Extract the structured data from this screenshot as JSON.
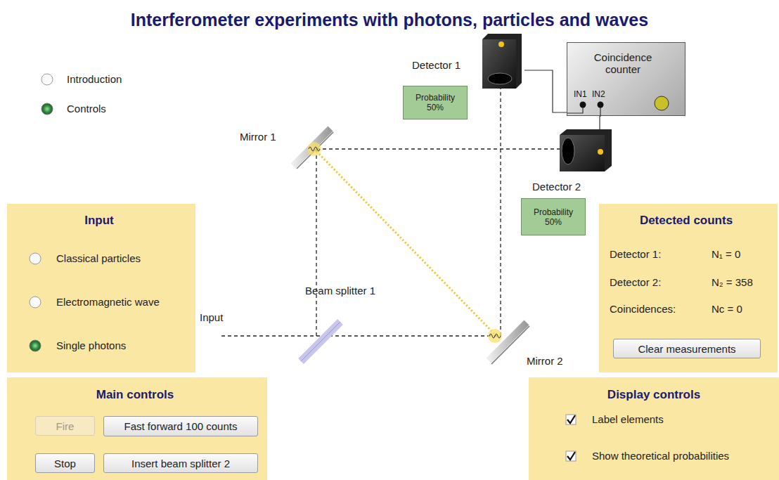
{
  "diagram": {
    "title": "Interferometer experiments with photons, particles and waves",
    "nodes": [
      {
        "text": [
          "Detector 1"
        ]
      },
      {
        "text": [
          "Coincidence counter",
          "IN1",
          "IN2"
        ]
      },
      {
        "text": [
          "Probability 50%"
        ]
      },
      {
        "text": [
          "Detector 2"
        ]
      },
      {
        "text": [
          "Probability 50%"
        ]
      },
      {
        "text": [
          "Input",
          "Classical particles",
          "Electromagnetic wave",
          "Single photons"
        ]
      },
      {
        "text": [
          "Detected counts",
          "Detector 1:",
          "N₁ = 0",
          "Detector 2:",
          "N₂ = 358",
          "Coincidences:",
          "Nc = 0"
        ]
      },
      {
        "text": [
          "Clear measurements"
        ],
        "in": 6
      },
      {
        "text": [
          "Main controls"
        ]
      },
      {
        "text": [
          "Fire"
        ],
        "in": 8
      },
      {
        "text": [
          "Fast forward 100 counts"
        ],
        "in": 8
      },
      {
        "text": [
          "Stop"
        ],
        "in": 8
      },
      {
        "text": [
          "Insert beam splitter 2"
        ],
        "in": 8
      },
      {
        "text": [
          "Display controls",
          "Label elements",
          "Show theoretical probabilities"
        ]
      }
    ],
    "edges": [
      {
        "from": 0,
        "to": 1,
        "arrow": "none"
      },
      {
        "from": 3,
        "to": 1,
        "arrow": "none"
      }
    ],
    "labels": [
      "Introduction",
      "Controls",
      "Mirror 1",
      "Beam splitter 1",
      "Input",
      "Mirror 2"
    ]
  }
}
